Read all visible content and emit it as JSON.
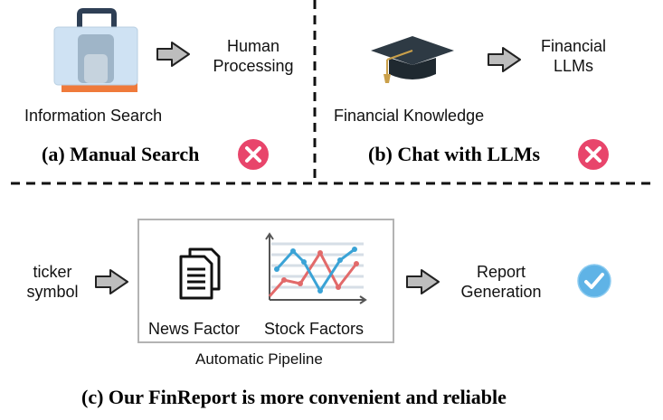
{
  "panel_a": {
    "human_line1": "Human",
    "human_line2": "Processing",
    "info_search": "Information Search",
    "title": "(a) Manual Search"
  },
  "panel_b": {
    "llm_line1": "Financial",
    "llm_line2": "LLMs",
    "knowledge": "Financial Knowledge",
    "title": "(b) Chat with LLMs"
  },
  "panel_c": {
    "ticker_line1": "ticker",
    "ticker_line2": "symbol",
    "news_factor": "News Factor",
    "stock_factors": "Stock Factors",
    "pipeline": "Automatic Pipeline",
    "report_line1": "Report",
    "report_line2": "Generation",
    "title": "(c) Our FinReport is more convenient and reliable"
  },
  "colors": {
    "cross": "#e8456b",
    "check": "#5fb3e6",
    "arrow_fill": "#bdbdbd",
    "line_red": "#e26a6a",
    "line_blue": "#3aa3d6"
  },
  "icons": [
    "search-building-icon",
    "graduation-cap-icon",
    "news-documents-icon",
    "stock-chart-icon",
    "cross-icon",
    "check-icon",
    "arrow-icon"
  ]
}
